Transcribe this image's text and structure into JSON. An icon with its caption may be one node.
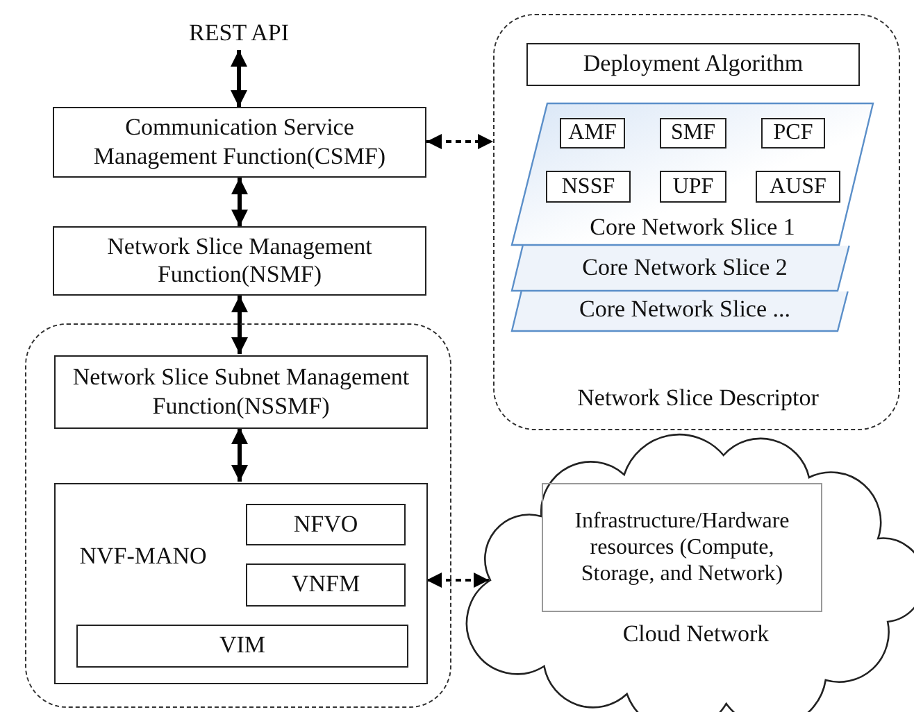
{
  "diagram": {
    "nodes": [
      {
        "text": [
          "REST API"
        ]
      },
      {
        "text": [
          "Communication Service Management Function(CSMF)"
        ]
      },
      {
        "text": [
          "Network Slice Management Function(NSMF)"
        ]
      },
      {
        "text": [],
        "shape": "box"
      },
      {
        "text": [
          "Network Slice Subnet Management Function(NSSMF)"
        ],
        "in": 3
      },
      {
        "text": [
          "NVF-MANO"
        ],
        "in": 3
      },
      {
        "text": [
          "NFVO"
        ],
        "in": 5
      },
      {
        "text": [
          "VNFM"
        ],
        "in": 5
      },
      {
        "text": [
          "VIM"
        ],
        "in": 5
      },
      {
        "text": [
          "Network Slice Descriptor"
        ]
      },
      {
        "text": [
          "Deployment Algorithm"
        ],
        "in": 9
      },
      {
        "text": [
          "Core Network Slice 1"
        ],
        "in": 9
      },
      {
        "text": [
          "AMF"
        ],
        "in": 11
      },
      {
        "text": [
          "SMF"
        ],
        "in": 11
      },
      {
        "text": [
          "PCF"
        ],
        "in": 11
      },
      {
        "text": [
          "NSSF"
        ],
        "in": 11
      },
      {
        "text": [
          "UPF"
        ],
        "in": 11
      },
      {
        "text": [
          "AUSF"
        ],
        "in": 11
      },
      {
        "text": [
          "Core Network Slice 2"
        ],
        "in": 9
      },
      {
        "text": [
          "Core Network Slice ..."
        ],
        "in": 9
      },
      {
        "text": [
          "Cloud Network"
        ]
      },
      {
        "text": [
          "Infrastructure/Hardware resources (Compute, Storage, and Network)"
        ],
        "in": 20
      }
    ],
    "edges": [
      {
        "from": 0,
        "to": 1,
        "arrow": "both"
      },
      {
        "from": 1,
        "to": 2,
        "arrow": "both"
      },
      {
        "from": 2,
        "to": 4,
        "arrow": "both"
      },
      {
        "from": 4,
        "to": 5,
        "arrow": "both"
      },
      {
        "from": 1,
        "to": 9,
        "arrow": "both",
        "style": "dashed"
      },
      {
        "from": 5,
        "to": 20,
        "arrow": "both",
        "style": "dashed"
      }
    ]
  }
}
